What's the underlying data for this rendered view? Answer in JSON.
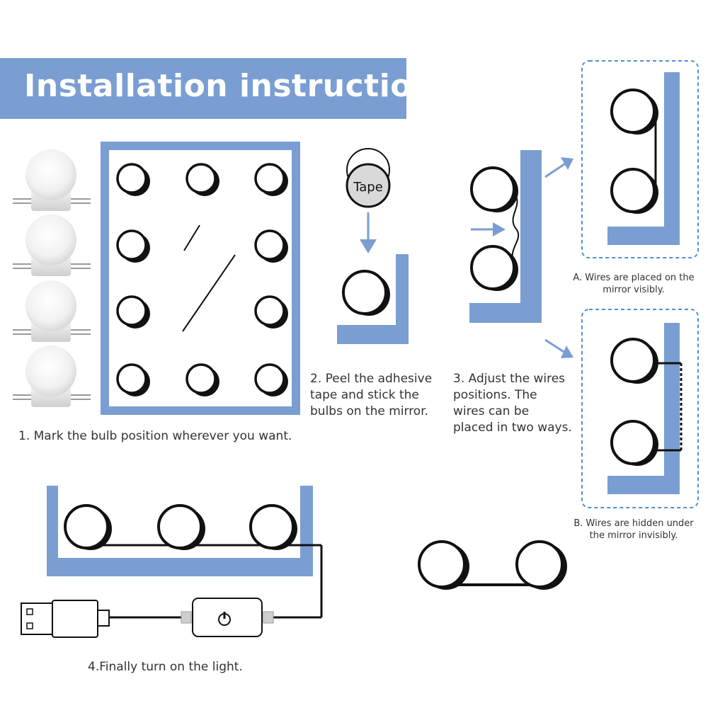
{
  "header": {
    "title": "Installation instruction"
  },
  "steps": {
    "step1": "1. Mark the bulb position wherever you want.",
    "step2": [
      "2. Peel the adhesive",
      "tape and stick the",
      "bulbs on the mirror."
    ],
    "step3": [
      "3. Adjust the wires",
      "positions. The",
      "wires can be",
      "placed in two ways."
    ],
    "option_a": "A. Wires are placed on the mirror visibly.",
    "option_b": "B. Wires are hidden under the mirror invisibly.",
    "step4": "4.Finally turn on the light."
  },
  "tape_label": "Tape",
  "colors": {
    "accent": "#7a9ed2",
    "dashed_border": "#4d8fd6",
    "ink": "#111111"
  },
  "icons": [
    "bulb-icon",
    "usb-plug-icon",
    "touch-switch-icon",
    "arrow-icon",
    "tape-roll-icon"
  ]
}
